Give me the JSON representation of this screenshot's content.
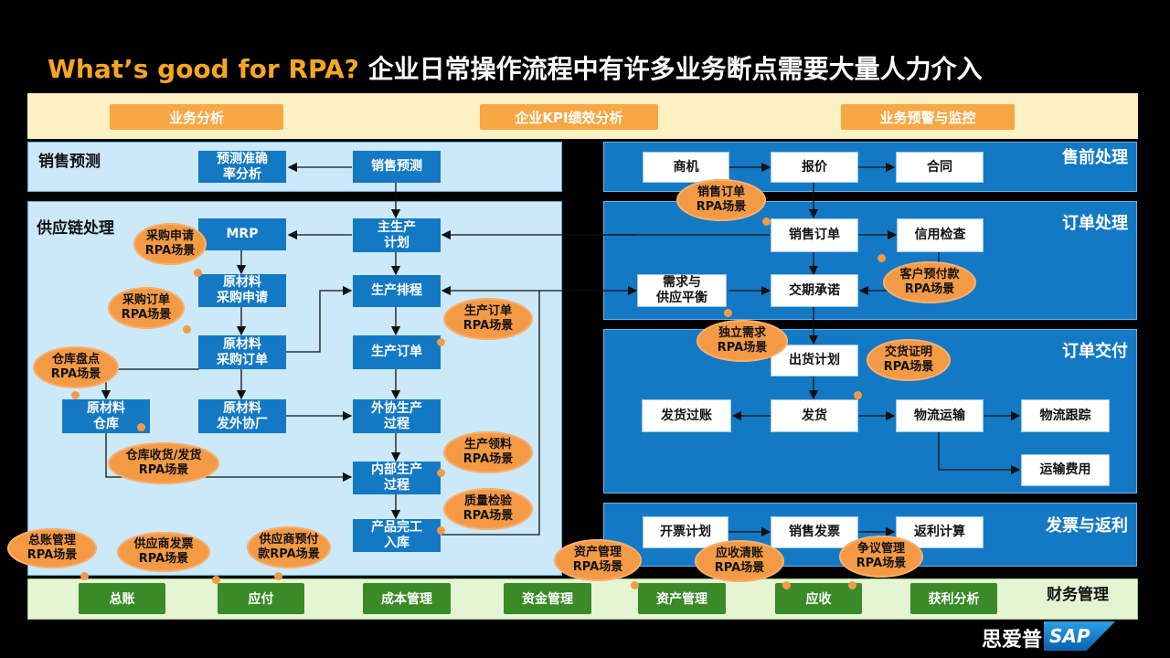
{
  "title": {
    "en": "What’s good for RPA?",
    "zh": " 企业日常操作流程中有许多业务断点需要大量人力介入"
  },
  "top_tabs": [
    "业务分析",
    "企业KPI绩效分析",
    "业务预警与监控"
  ],
  "sections": {
    "sales_forecast": "销售预测",
    "supply_chain": "供应链处理",
    "presales": "售前处理",
    "order": "订单处理",
    "delivery": "订单交付",
    "invoice": "发票与返利",
    "finance": "财务管理"
  },
  "left_nodes": {
    "forecast_accuracy": "预测准确\n率分析",
    "sales_forecast": "销售预测",
    "mrp": "MRP",
    "master_plan": "主生产\n计划",
    "purchase_request": "原材料\n采购申请",
    "production_schedule": "生产排程",
    "purchase_order": "原材料\n采购订单",
    "production_order": "生产订单",
    "warehouse": "原材料\n仓库",
    "outsourcing": "原材料\n发外协厂",
    "outsource_process": "外协生产\n过程",
    "internal_process": "内部生产\n过程",
    "finished_goods": "产品完工\n入库"
  },
  "right_nodes": {
    "opportunity": "商机",
    "quote": "报价",
    "contract": "合同",
    "sales_order": "销售订单",
    "credit_check": "信用检查",
    "demand_balance": "需求与\n供应平衡",
    "delivery_promise": "交期承诺",
    "shipping_plan": "出货计划",
    "posting": "发货过账",
    "ship": "发货",
    "logistics": "物流运输",
    "tracking": "物流跟踪",
    "freight": "运输费用",
    "invoice_plan": "开票计划",
    "sales_invoice": "销售发票",
    "rebate": "返利计算"
  },
  "finance_nodes": [
    "总账",
    "应付",
    "成本管理",
    "资金管理",
    "资产管理",
    "应收",
    "获利分析"
  ],
  "rpa_clouds": {
    "purchase_request": "采购申请\nRPA场景",
    "purchase_order": "采购订单\nRPA场景",
    "inventory_count": "仓库盘点\nRPA场景",
    "warehouse_receipt": "仓库收货/发货\nRPA场景",
    "production_order": "生产订单\nRPA场景",
    "production_picking": "生产领料\nRPA场景",
    "quality": "质量检验\nRPA场景",
    "sales_order": "销售订单\nRPA场景",
    "prepayment": "客户预付款\nRPA场景",
    "independent_demand": "独立需求\nRPA场景",
    "delivery_proof": "交货证明\nRPA场景",
    "gl": "总账管理\nRPA场景",
    "vendor_invoice": "供应商发票\nRPA场景",
    "vendor_prepay": "供应商预付\n款RPA场景",
    "asset": "资产管理\nRPA场景",
    "receivable_clearing": "应收清账\nRPA场景",
    "dispute": "争议管理\nRPA场景"
  },
  "logo": {
    "cn": "思爱普",
    "brand": "SAP"
  },
  "colors": {
    "accent": "#f5a623",
    "node_blue": "#1479c4",
    "panel_light": "#cbe9f9",
    "cloud": "#f49a45",
    "finance_green": "#3a8a27"
  }
}
